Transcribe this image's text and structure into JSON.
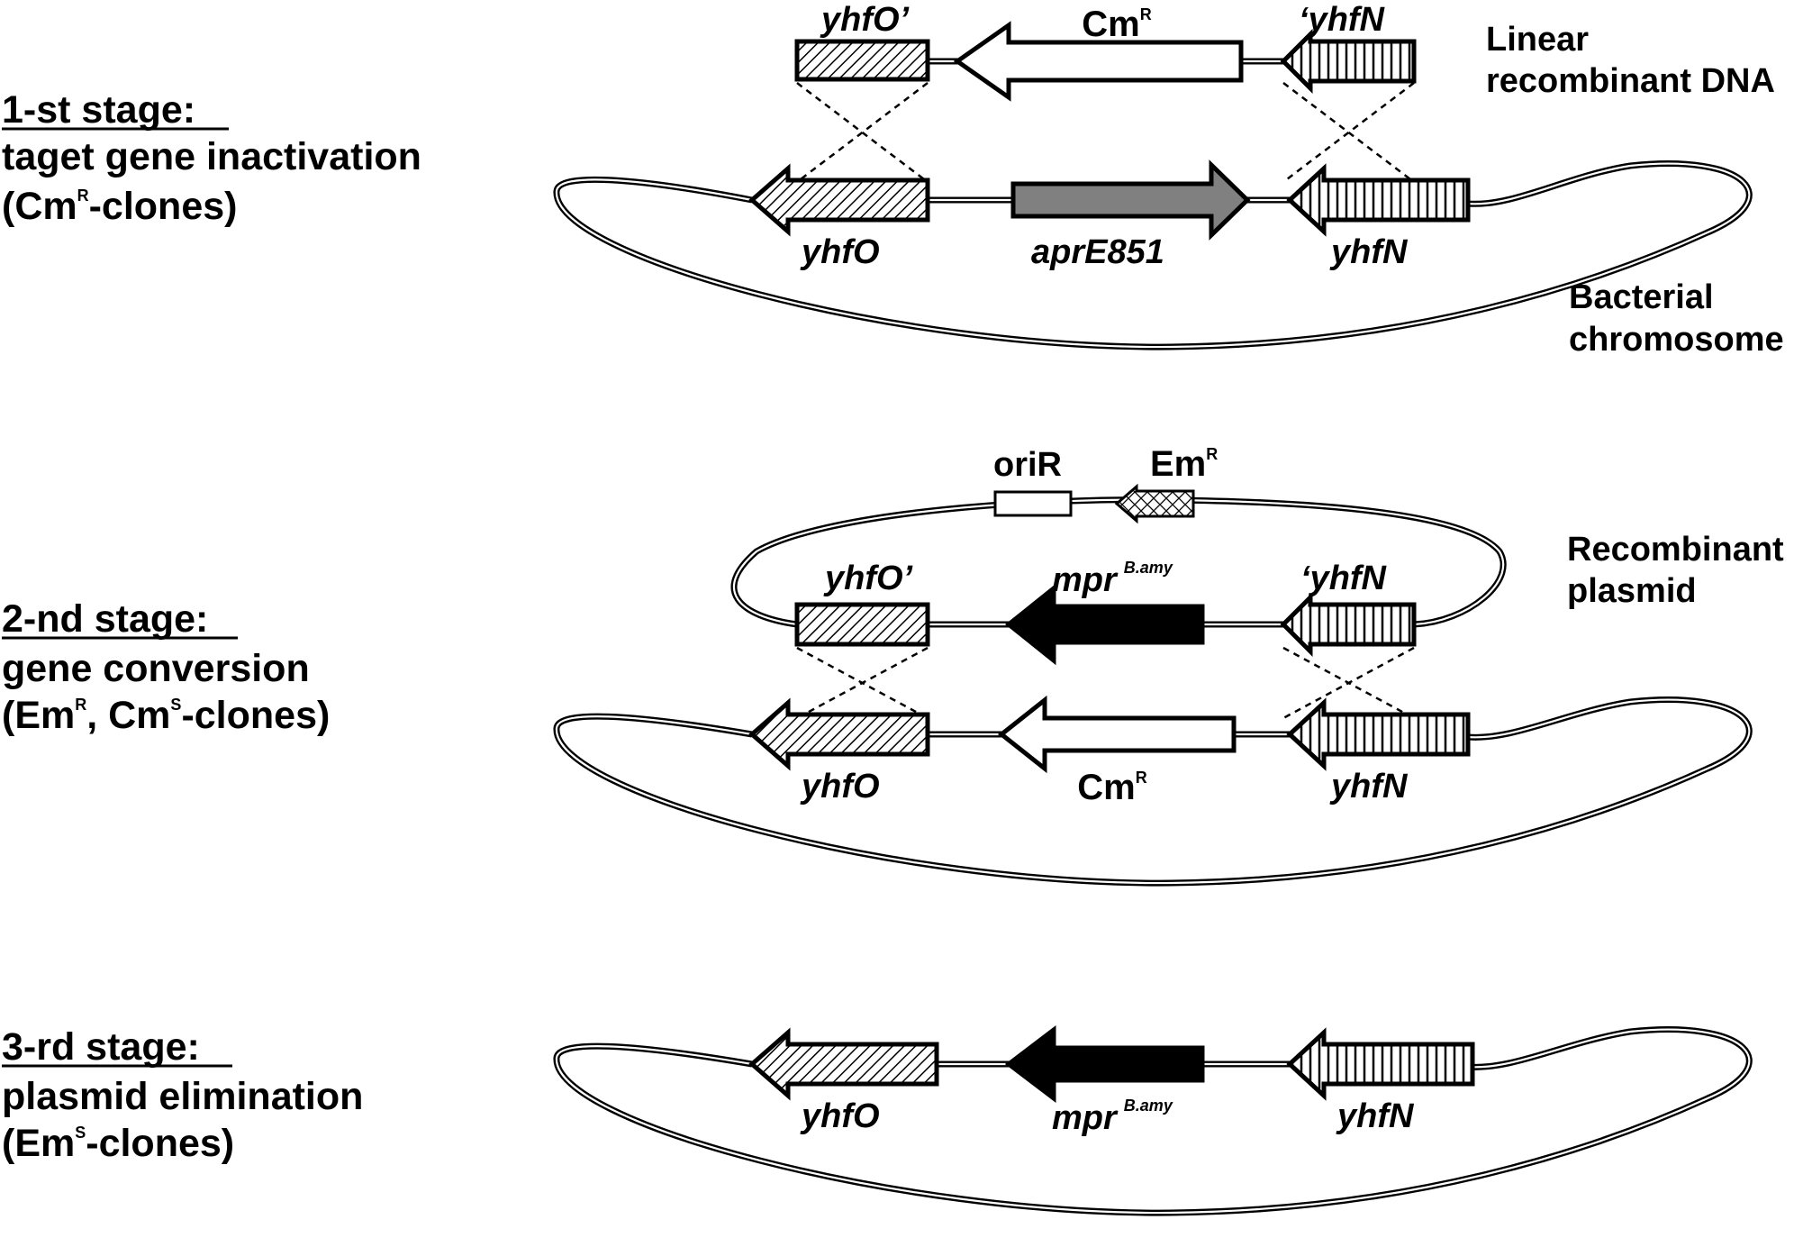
{
  "stages": [
    {
      "heading": "1-st stage:",
      "line2": "taget gene inactivation",
      "line3_a": "(Cm",
      "line3_sup_a": "R",
      "line3_b": "-clones)"
    },
    {
      "heading": "2-nd stage:",
      "line2": "gene conversion",
      "line3_a": "(Em",
      "line3_sup_a": "R",
      "line3_b": ", Cm",
      "line3_sup_b": "S",
      "line3_c": "-clones)"
    },
    {
      "heading": "3-rd stage:",
      "line2": "plasmid elimination",
      "line3_a": "(Em",
      "line3_sup_a": "S",
      "line3_b": "-clones)"
    }
  ],
  "side_labels": {
    "linear_1": "Linear",
    "linear_2": "recombinant DNA",
    "chromosome_1": "Bacterial",
    "chromosome_2": "chromosome",
    "plasmid_1": "Recombinant",
    "plasmid_2": "plasmid"
  },
  "genes": {
    "yhfO_prime": "yhfO’",
    "yhfN_prime": "‘yhfN",
    "yhfO": "yhfO",
    "yhfN": "yhfN",
    "aprE851": "aprE851",
    "cm": "Cm",
    "cm_sup": "R",
    "em": "Em",
    "em_sup": "R",
    "oriR": "oriR",
    "mpr": "mpr",
    "mpr_sup": "B.amy"
  },
  "colors": {
    "line": "#000000",
    "background": "#ffffff",
    "aprE851_fill": "#808080",
    "mpr_fill": "#000000"
  }
}
